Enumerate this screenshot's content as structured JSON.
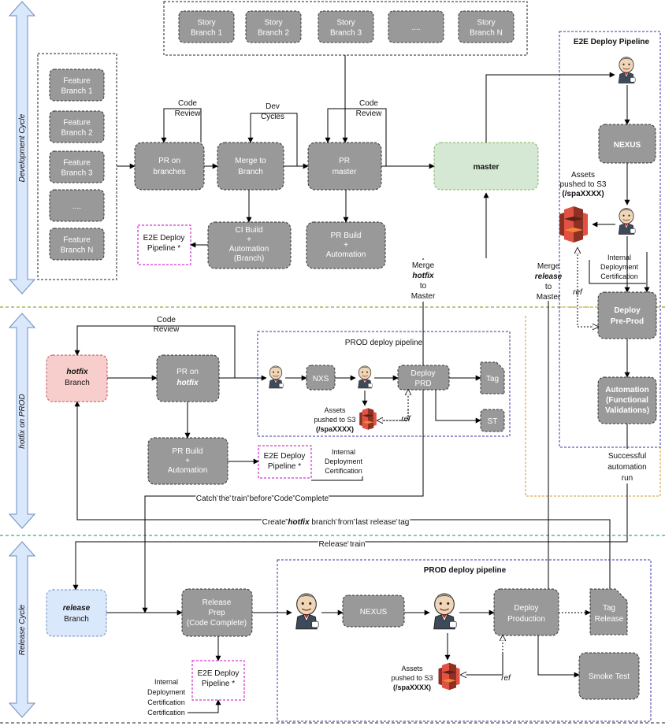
{
  "lanes": {
    "development": "Development Cycle",
    "hotfix": "hotfix on PROD",
    "release": "Release Cycle"
  },
  "story_branches": [
    "Story Branch 1",
    "Story Branch 2",
    "Story Branch 3",
    "....",
    "Story Branch N"
  ],
  "feature_branches": [
    "Feature Branch 1",
    "Feature Branch 2",
    "Feature Branch 3",
    "....",
    "Feature Branch N"
  ],
  "dev": {
    "code_review_1": "Code Review",
    "dev_cycles": "Dev Cycles",
    "code_review_2": "Code Review",
    "pr_branches": "PR on branches",
    "merge_branch": "Merge to Branch",
    "pr_master": "PR master",
    "master": "master",
    "ci_build": "CI Build + Automation (Branch)",
    "pr_build": "PR Build + Automation",
    "e2e_pipeline": "E2E Deploy Pipeline *",
    "merge_hotfix": [
      "Merge",
      "hotfix",
      "to",
      "Master"
    ],
    "merge_release": [
      "Merge",
      "release",
      "to",
      "Master"
    ]
  },
  "e2e": {
    "title": "E2E Deploy Pipeline",
    "nexus": "NEXUS",
    "assets": [
      "Assets",
      "pushed to S3",
      "(/spaXXXX)"
    ],
    "internal_cert": [
      "Internal",
      "Deployment",
      "Certification"
    ],
    "ref": "ref",
    "deploy_preprod": "Deploy Pre-Prod",
    "automation": "Automation (Functional Validations)",
    "successful": [
      "Successful",
      "automation",
      "run"
    ]
  },
  "hotfix": {
    "code_review": "Code Review",
    "branch": [
      "hotfix",
      "Branch"
    ],
    "pr_hotfix": [
      "PR on",
      "hotfix"
    ],
    "pr_build": "PR Build + Automation",
    "e2e_pipeline": "E2E Deploy Pipeline *",
    "internal_cert": [
      "Internal",
      "Deployment",
      "Certification"
    ],
    "prod_title": "PROD deploy pipeline",
    "nxs": "NXS",
    "deploy_prd": "Deploy PRD",
    "tag": "Tag",
    "st": "ST",
    "assets": [
      "Assets",
      "pushed to S3",
      "(/spaXXXX)"
    ],
    "ref": "ref",
    "catch_train": "Catch the train before Code Complete",
    "create_hotfix": [
      "Create ",
      "hotfix",
      " branch from last release tag"
    ]
  },
  "release": {
    "release_train": "Release train",
    "branch": [
      "release",
      "Branch"
    ],
    "prep": "Release Prep (Code Complete)",
    "e2e_pipeline": "E2E Deploy Pipeline *",
    "internal_cert": [
      "Internal",
      "Deployment",
      "Certification"
    ],
    "prod_title": "PROD deploy pipeline",
    "nexus": "NEXUS",
    "deploy_production": "Deploy Production",
    "tag_release": "Tag Release",
    "smoke_test": "Smoke Test",
    "assets": [
      "Assets",
      "pushed to S3",
      "(/spaXXXX)"
    ],
    "ref": "ref"
  },
  "colors": {
    "box_gray": "#999999",
    "master_green": "#d5e8d4",
    "hotfix_red": "#f8cecc",
    "release_blue": "#dae8fc",
    "lane_arrow": "#dae8fc",
    "e2e_magenta": "#cc00cc",
    "s3_red": "#d9372b"
  },
  "icons": [
    "jenkins-icon",
    "s3-bucket-icon",
    "document-icon"
  ]
}
